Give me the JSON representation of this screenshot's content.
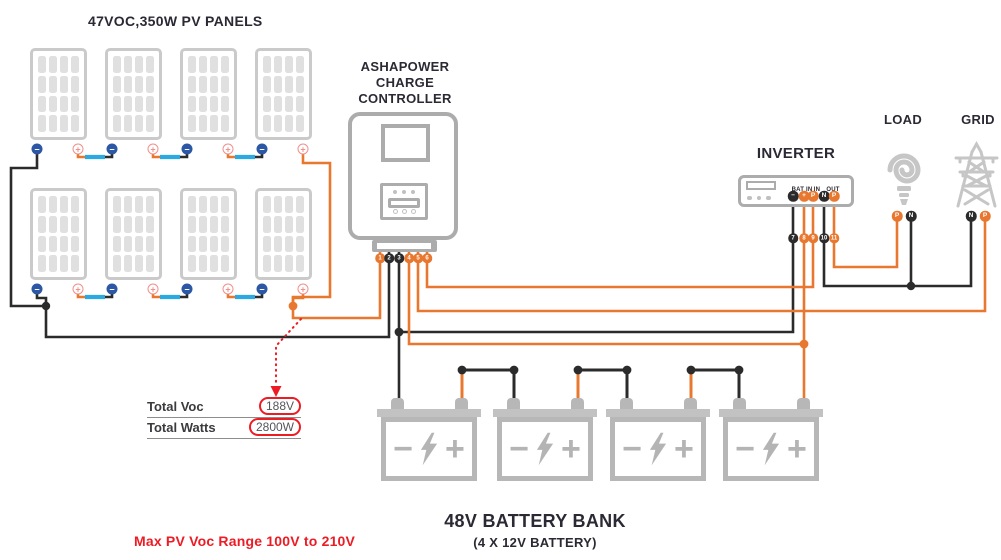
{
  "colors": {
    "orange": "#E8782F",
    "black_wire": "#2B2B2B",
    "blue_wire": "#2BA9E0",
    "blue_minus": "#2C57A5",
    "plus_pink": "#F0908C",
    "gray_icon": "#C6C6C6",
    "gray_outline": "#ACACAC",
    "red": "#EC1B24",
    "text_dark": "#2B2933",
    "value_text": "#55565A"
  },
  "pv_array": {
    "title": "47VOC,350W PV PANELS",
    "minus_symbol": "−",
    "plus_symbol": "+",
    "panel_count": 8
  },
  "controller": {
    "title_line1": "ASHAPOWER",
    "title_line2": "CHARGE CONTROLLER",
    "terminals": [
      {
        "n": "1",
        "color": "orange"
      },
      {
        "n": "2",
        "color": "black"
      },
      {
        "n": "3",
        "color": "black"
      },
      {
        "n": "4",
        "color": "orange"
      },
      {
        "n": "5",
        "color": "orange"
      },
      {
        "n": "6",
        "color": "orange"
      }
    ]
  },
  "inverter": {
    "title": "INVERTER",
    "port_groups": [
      "BAT IN",
      "IN",
      "OUT"
    ],
    "terminals": [
      {
        "label": "−",
        "color": "black"
      },
      {
        "label": "+",
        "color": "orange"
      },
      {
        "label": "P",
        "color": "orange"
      },
      {
        "label": "N",
        "color": "black"
      },
      {
        "label": "P",
        "color": "orange"
      }
    ],
    "connectors": [
      {
        "n": "7",
        "color": "black"
      },
      {
        "n": "8",
        "color": "orange"
      },
      {
        "n": "9",
        "color": "orange"
      },
      {
        "n": "10",
        "color": "black"
      },
      {
        "n": "11",
        "color": "orange"
      }
    ]
  },
  "load": {
    "title": "LOAD",
    "terminals": [
      {
        "label": "P",
        "color": "orange"
      },
      {
        "label": "N",
        "color": "black"
      }
    ]
  },
  "grid": {
    "title": "GRID",
    "terminals": [
      {
        "label": "N",
        "color": "black"
      },
      {
        "label": "P",
        "color": "orange"
      }
    ]
  },
  "battery_bank": {
    "title": "48V BATTERY BANK",
    "subtitle": "(4 X 12V BATTERY)",
    "minus_symbol": "−",
    "plus_symbol": "+",
    "count": 4
  },
  "readings": {
    "rows": [
      {
        "label": "Total Voc",
        "value": "188V"
      },
      {
        "label": "Total Watts",
        "value": "2800W"
      }
    ]
  },
  "note": "Max PV Voc Range 100V to 210V"
}
